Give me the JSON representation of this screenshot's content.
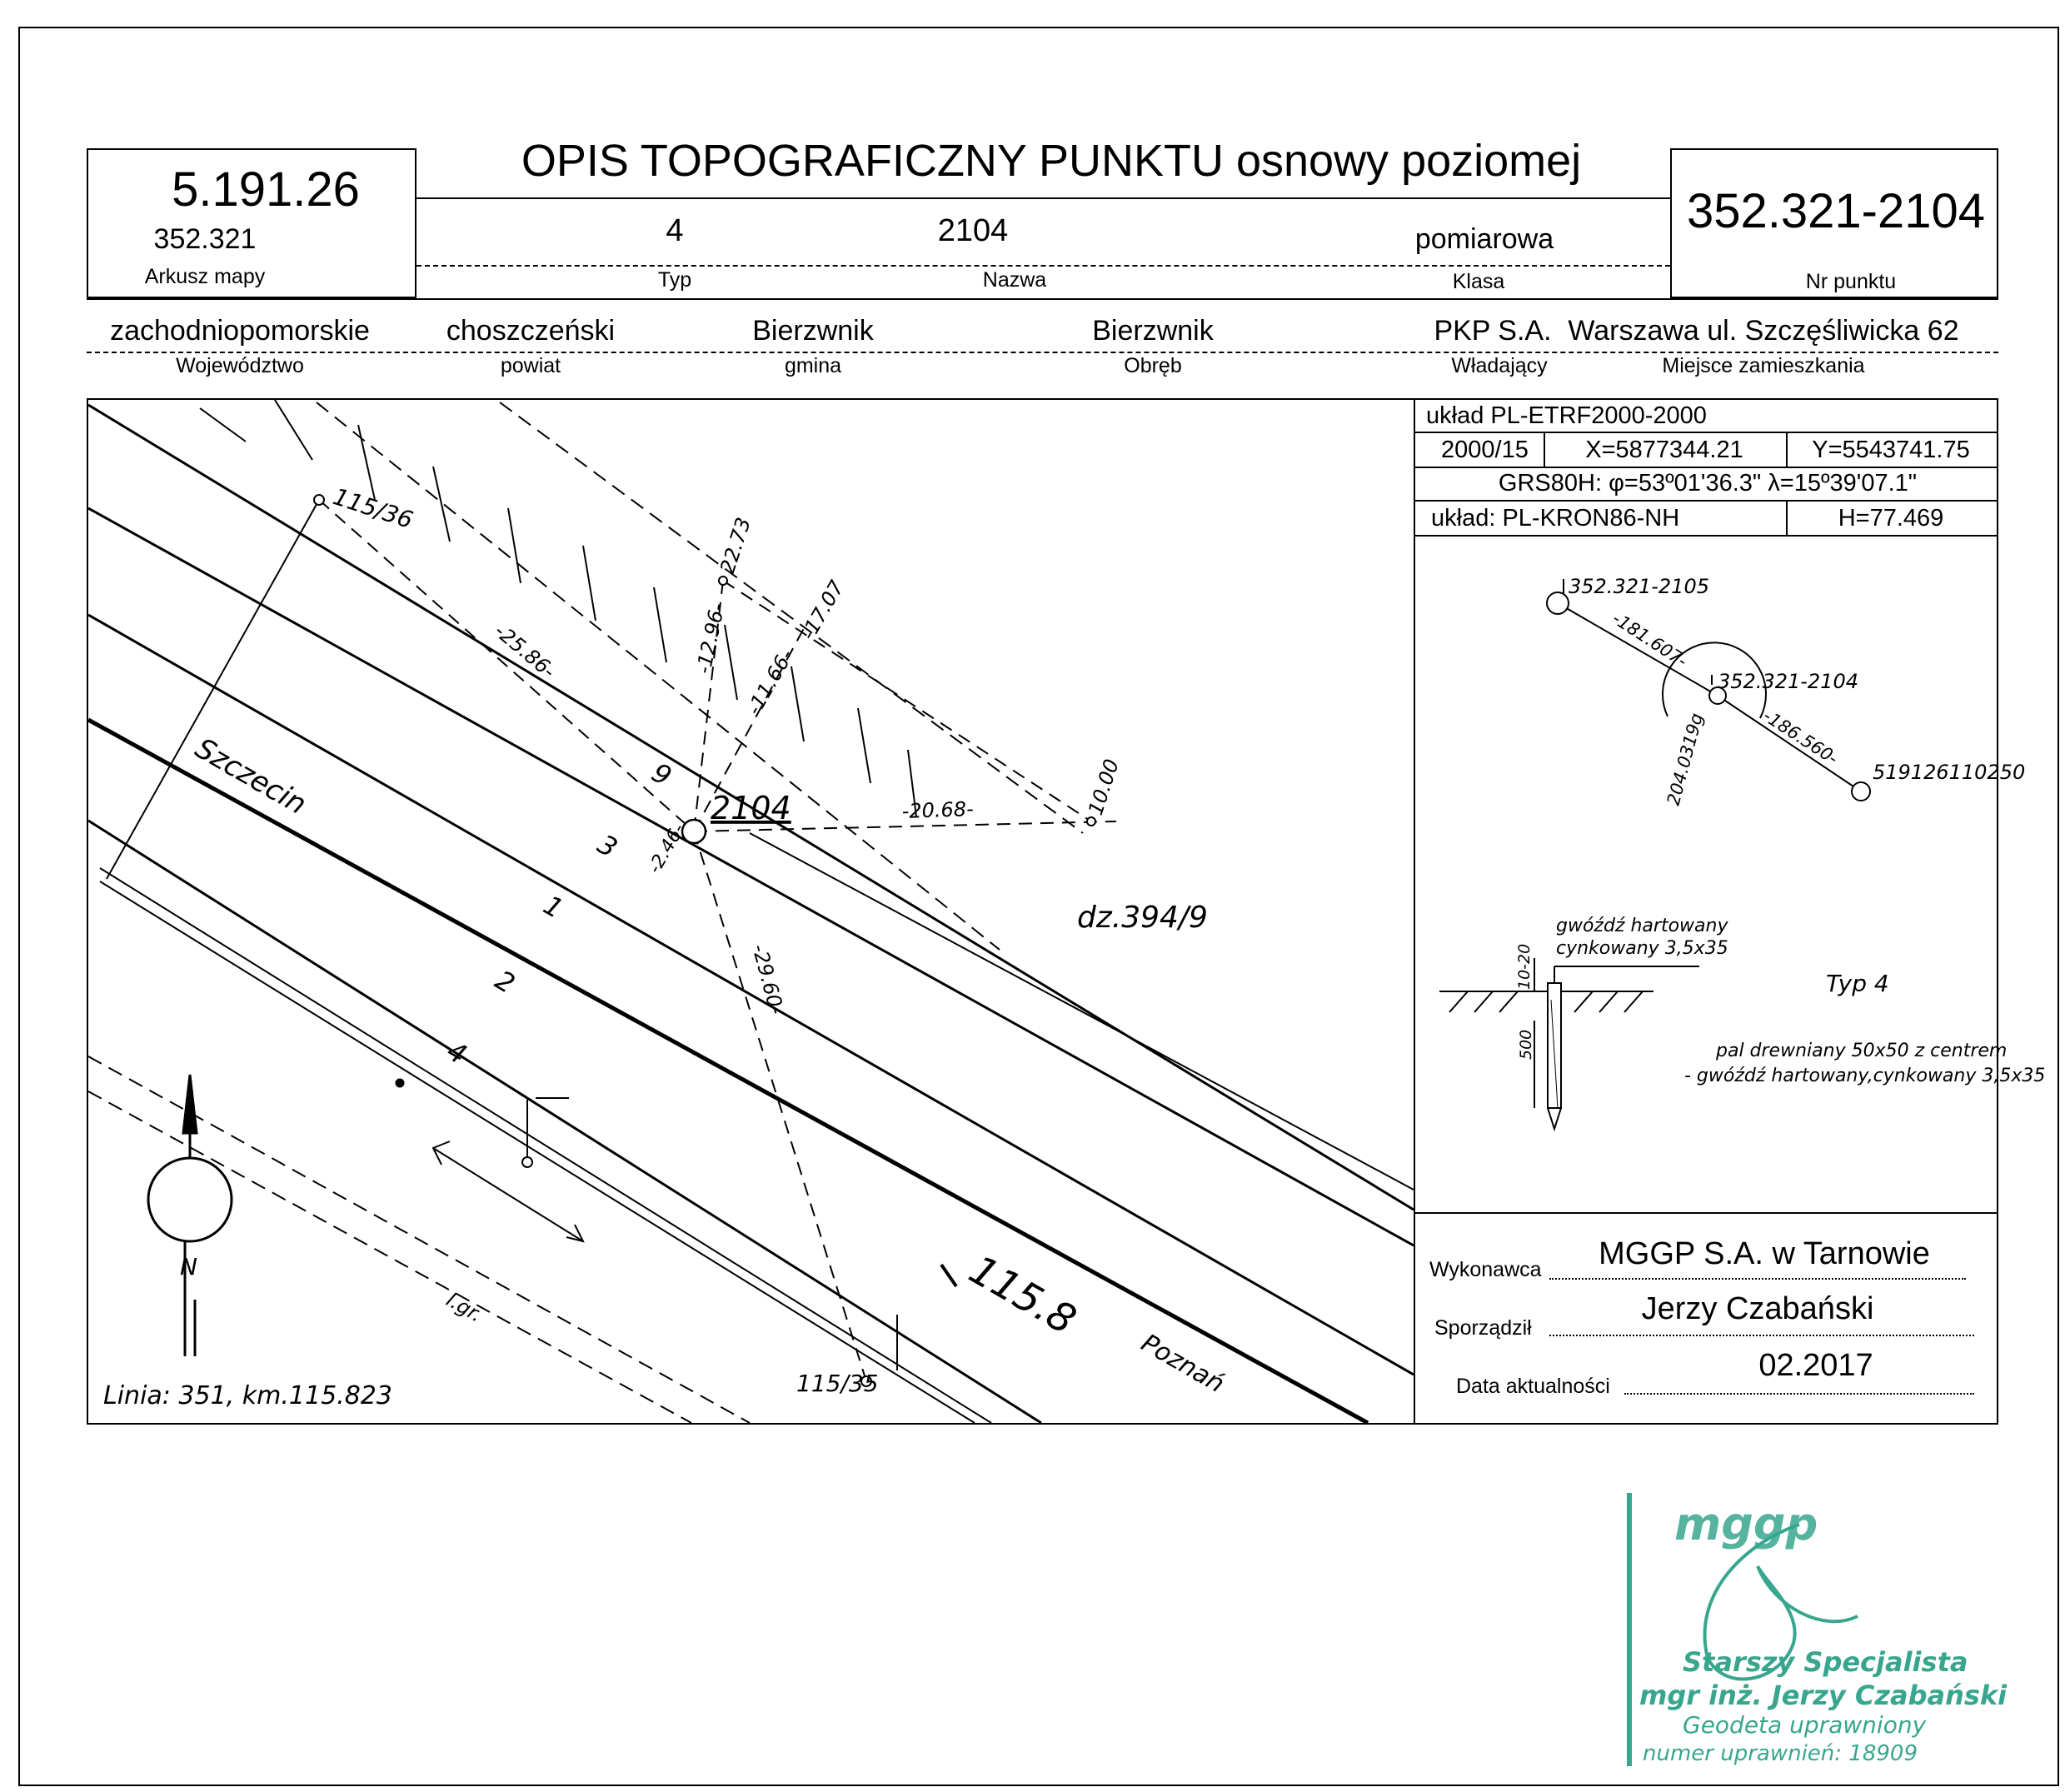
{
  "header": {
    "title": "OPIS TOPOGRAFICZNY PUNKTU osnowy poziomej",
    "sheet_number": "5.191.26",
    "sheet_code": "352.321",
    "sheet_label": "Arkusz mapy",
    "point_number": "352.321-2104",
    "point_label": "Nr punktu",
    "type_value": "4",
    "type_label": "Typ",
    "name_value": "2104",
    "name_label": "Nazwa",
    "class_value": "pomiarowa",
    "class_label": "Klasa"
  },
  "location": {
    "voivodeship_value": "zachodniopomorskie",
    "voivodeship_label": "Województwo",
    "county_value": "choszczeński",
    "county_label": "powiat",
    "commune_value": "Bierzwnik",
    "commune_label": "gmina",
    "precinct_value": "Bierzwnik",
    "precinct_label": "Obręb",
    "owner_value": "PKP S.A.",
    "owner_label": "Władający",
    "residence_value": "Warszawa ul. Szczęśliwicka 62",
    "residence_label": "Miejsce zamieszkania"
  },
  "coordinates": {
    "system": "układ PL-ETRF2000-2000",
    "zone": "2000/15",
    "x": "X=5877344.21",
    "y": "Y=5543741.75",
    "grs": "GRS80H: φ=53º01'36.3\" λ=15º39'07.1\"",
    "height_system": "układ: PL-KRON86-NH",
    "height": "H=77.469"
  },
  "orientation_sketch": {
    "point_a": "352.321-2105",
    "dist_a": "-181.607-",
    "point_center": "352.321-2104",
    "dist_b": "-186.560-",
    "point_b": "519126110250",
    "angle": "204.0319g"
  },
  "mark_sketch": {
    "nail_label_1": "gwóźdź hartowany",
    "nail_label_2": "cynkowany 3,5x35",
    "depth": "10-20",
    "length": "500",
    "type": "Typ 4",
    "desc_1": "pal drewniany 50x50  z centrem",
    "desc_2": "- gwóźdź hartowany,cynkowany 3,5x35"
  },
  "signature_block": {
    "contractor_label": "Wykonawca",
    "contractor_value": "MGGP S.A.  w Tarnowie",
    "author_label": "Sporządził",
    "author_value": "Jerzy Czabański",
    "date_label": "Data aktualności",
    "date_value": "02.2017"
  },
  "map": {
    "point_label": "2104",
    "pt_115_36": "115/36",
    "pt_115_35": "115/35",
    "d_2586": "-25.86-",
    "d_2273": "22.73",
    "d_1296": "-12.96-",
    "d_1166": "-11.66-",
    "d_1707": "-17.07",
    "d_2068": "-20.68-",
    "d_1000": "10.00",
    "d_246": "-2.46-",
    "d_2960": "-29.60-",
    "track_9": "9",
    "track_3": "3",
    "track_1": "1",
    "track_2": "2",
    "track_4": "4",
    "km": "115.8",
    "parcel": "dz.394/9",
    "szczecin": "Szczecin",
    "poznan": "Poznań",
    "border": "l.gr.",
    "line": "Linia: 351, km.115.823",
    "north": "N"
  },
  "stamp": {
    "logo": "mggp",
    "line1": "Starszy Specjalista",
    "line2": "mgr inż. Jerzy Czabański",
    "line3": "Geodeta uprawniony",
    "line4": "numer uprawnień: 18909",
    "color": "#38a68e"
  }
}
